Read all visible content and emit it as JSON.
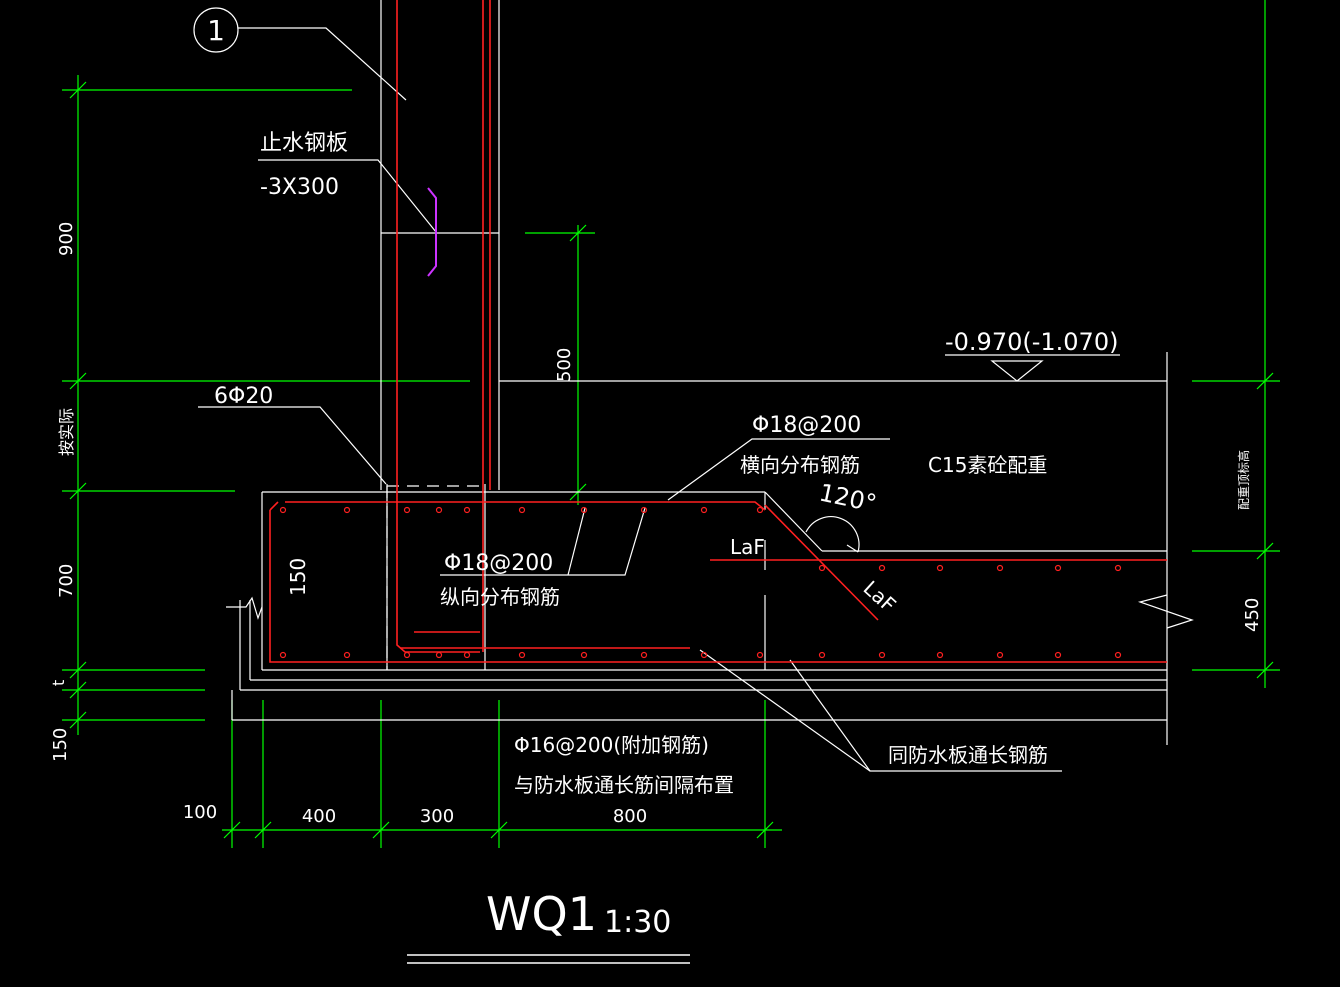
{
  "colors": {
    "background": "#000000",
    "outline": "#ffffff",
    "rebar": "#ff2020",
    "dimension": "#00ff00",
    "waterstop": "#cc33ff",
    "text": "#ffffff"
  },
  "callout": {
    "number": "1"
  },
  "labels": {
    "waterstop_title": "止水钢板",
    "waterstop_spec": "-3X300",
    "main_bars": "6Φ20",
    "elevation": "-0.970(-1.070)",
    "transverse_spec": "Φ18@200",
    "transverse_name": "横向分布钢筋",
    "concrete": "C15素砼配重",
    "angle": "120°",
    "laf_1": "LaF",
    "laf_2": "LaF",
    "longitudinal_spec": "Φ18@200",
    "longitudinal_name": "纵向分布钢筋",
    "cover": "150",
    "additional_spec": "Φ16@200(附加钢筋)",
    "additional_note": "与防水板通长筋间隔布置",
    "same_as_slab": "同防水板通长钢筋",
    "right_vertical": "配重顶标高",
    "left_vertical": "按实际"
  },
  "dimensions": {
    "left": [
      "900",
      "700",
      "t",
      "150"
    ],
    "mid": "500",
    "right": "450",
    "bottom": [
      "100",
      "400",
      "300",
      "800"
    ]
  },
  "title": {
    "name": "WQ1",
    "scale": "1:30"
  },
  "icons": {
    "callout": "circle-callout-icon",
    "elevation": "elevation-triangle-icon",
    "angle": "angle-arc-icon",
    "break": "break-line-icon"
  }
}
